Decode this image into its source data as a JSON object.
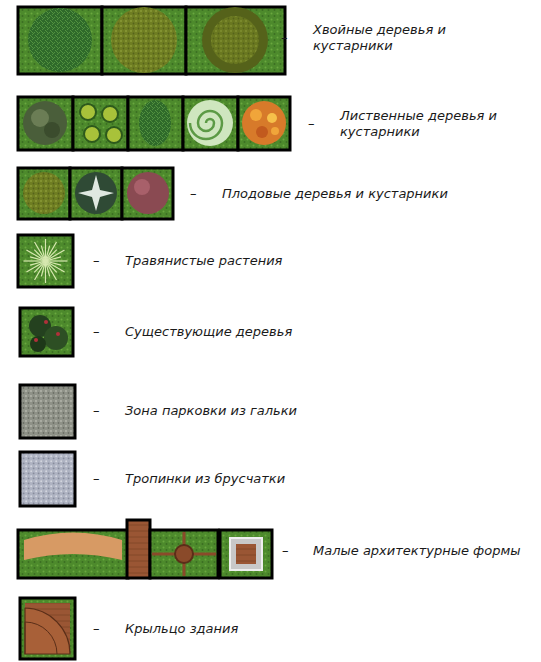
{
  "diagram": {
    "labels": [
      "–",
      "–",
      "–",
      "–",
      "–",
      "–",
      "–",
      "–",
      "–"
    ],
    "legend": [
      {
        "text": "Хвойные деревья и кустарники"
      },
      {
        "text": "Лиственные деревья и кустарники"
      },
      {
        "text": "Плодовые деревья и кустарники"
      },
      {
        "text": "Травянистые растения"
      },
      {
        "text": "Существующие деревья"
      },
      {
        "text": "Зона парковки из гальки"
      },
      {
        "text": "Тропинки из брусчатки"
      },
      {
        "text": "Малые архитектурные формы"
      },
      {
        "text": "Крыльцо здания"
      }
    ]
  }
}
